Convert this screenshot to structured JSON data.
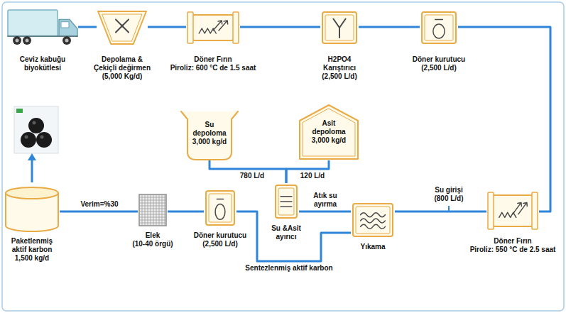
{
  "diagram": {
    "nodes": [
      {
        "text": [
          "Ceviz kabuğu biyokütlesi"
        ]
      },
      {
        "text": [
          "Depolama & Çekiçli değirmen",
          "(5,000 Kg/d)"
        ]
      },
      {
        "text": [
          "Döner Fırın",
          "Piroliz: 600 °C de 1.5 saat"
        ]
      },
      {
        "text": [
          "H2PO4 Karıştırıcı",
          "(2,500 L/d)"
        ]
      },
      {
        "text": [
          "Döner kurutucu",
          "(2,500 L/d)"
        ]
      },
      {
        "text": [
          "Su depoloma",
          "3,000 kg/d"
        ]
      },
      {
        "text": [
          "Asit depoloma",
          "3,000 kg/d"
        ]
      },
      {
        "text": [
          "Paketlenmiş aktif karbon",
          "1,500 kg/d"
        ]
      },
      {
        "text": [
          "Elek",
          "(10-40 örgü)"
        ]
      },
      {
        "text": [
          "Döner kurutucu",
          "(2,500 L/d)"
        ]
      },
      {
        "text": [
          "Su &Asit ayırıcı"
        ]
      },
      {
        "text": [
          "Yıkama"
        ]
      },
      {
        "text": [
          "Döner Fırın",
          "Piroliz: 550 °C de 2.5 saat"
        ]
      }
    ],
    "edges": [
      {
        "from": 0,
        "to": 1,
        "arrow": "none"
      },
      {
        "from": 1,
        "to": 2,
        "arrow": "none"
      },
      {
        "from": 2,
        "to": 3,
        "arrow": "none"
      },
      {
        "from": 3,
        "to": 4,
        "arrow": "none"
      },
      {
        "from": 4,
        "to": 12,
        "arrow": "none"
      },
      {
        "from": 12,
        "to": 11,
        "arrow": "none"
      },
      {
        "from": 11,
        "to": 10,
        "label": "Atık su ayırma",
        "arrow": "none"
      },
      {
        "from": 10,
        "to": 5,
        "label": "780 L/d",
        "arrow": "none"
      },
      {
        "from": 10,
        "to": 6,
        "label": "120 L/d",
        "arrow": "none"
      },
      {
        "from": 11,
        "to": 9,
        "label": "Sentezlenmiş aktif karbon",
        "arrow": "none"
      },
      {
        "from": 9,
        "to": 8,
        "arrow": "none"
      },
      {
        "from": 8,
        "to": 7,
        "label": "Verim=%30",
        "arrow": "none"
      }
    ],
    "labels": [
      "Su girişi (800 L/d)"
    ]
  }
}
